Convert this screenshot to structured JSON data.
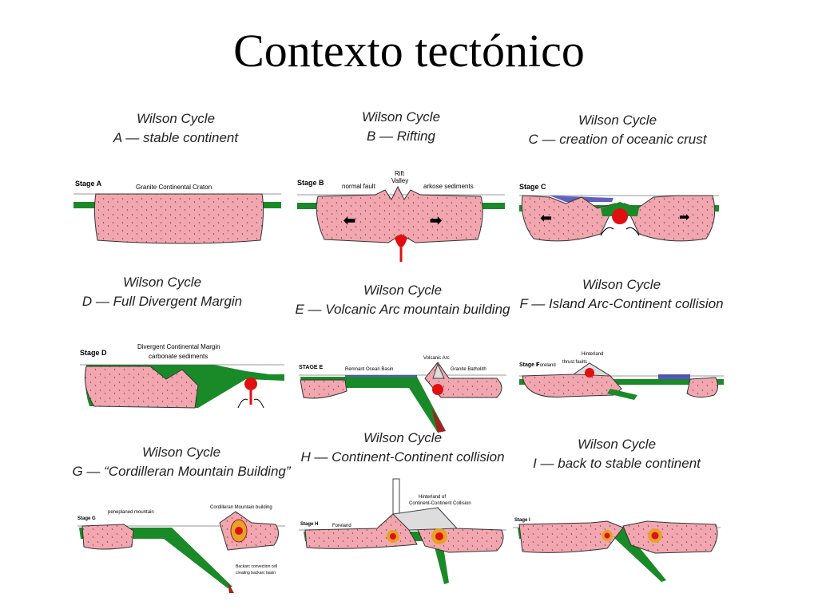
{
  "title": "Contexto tectónico",
  "colors": {
    "crust": "#f2a7b0",
    "mantle": "#1a8a28",
    "magma": "#e01010",
    "water": "#3a3ab0"
  },
  "panels": [
    {
      "heading": "Wilson Cycle",
      "subtitle": "A — stable continent",
      "stage": "Stage A",
      "labels": [
        "Granite Continental Craton"
      ]
    },
    {
      "heading": "Wilson Cycle",
      "subtitle": "B — Rifting",
      "stage": "Stage B",
      "labels": [
        "normal fault",
        "Rift",
        "Valley",
        "arkose sediments"
      ]
    },
    {
      "heading": "Wilson Cycle",
      "subtitle": "C — creation of oceanic crust",
      "stage": "Stage C",
      "labels": []
    },
    {
      "heading": "Wilson Cycle",
      "subtitle": "D — Full Divergent Margin",
      "stage": "Stage D",
      "labels": [
        "Divergent Continental Margin",
        "carbonate sediments"
      ]
    },
    {
      "heading": "Wilson Cycle",
      "subtitle": "E — Volcanic Arc mountain building",
      "stage": "STAGE E",
      "labels": [
        "Remnant Ocean Basin",
        "Volcanic Arc",
        "Granite Batholith"
      ]
    },
    {
      "heading": "Wilson Cycle",
      "subtitle": "F — Island Arc-Continent collision",
      "stage": "Stage F",
      "labels": [
        "Foreland",
        "thrust faults",
        "Hinterland"
      ]
    },
    {
      "heading": "Wilson Cycle",
      "subtitle": "G — “Cordilleran Mountain Building”",
      "stage": "Stage G",
      "labels": [
        "peneplaned mountain",
        "Cordilleran Mountain building",
        "Backarc convection cell",
        "creating backarc basin"
      ]
    },
    {
      "heading": "Wilson Cycle",
      "subtitle": "H — Continent-Continent collision",
      "stage": "Stage H",
      "labels": [
        "Foreland",
        "Hinterland of",
        "Continent-Continent Collision"
      ]
    },
    {
      "heading": "Wilson Cycle",
      "subtitle": "I — back to stable continent",
      "stage": "Stage I",
      "labels": []
    }
  ]
}
